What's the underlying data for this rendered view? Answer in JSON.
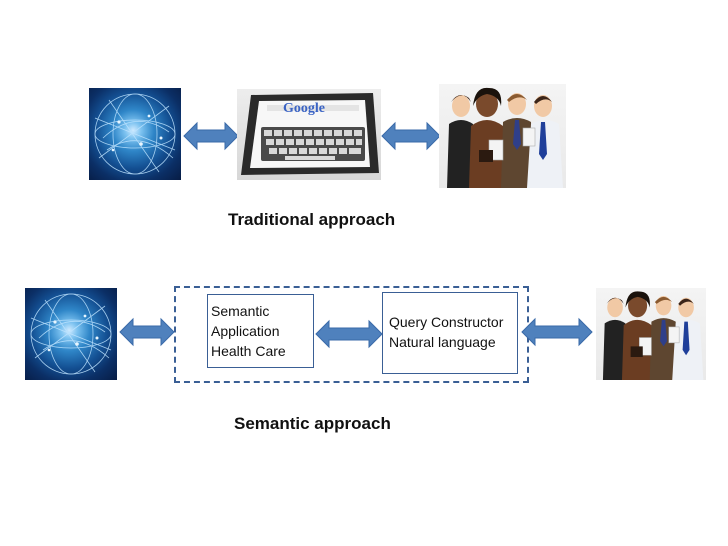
{
  "traditional": {
    "caption": "Traditional approach",
    "search_brand": "Google"
  },
  "semantic": {
    "caption": "Semantic approach",
    "left_box": {
      "lines": [
        "Semantic",
        "Application",
        "Health Care"
      ]
    },
    "right_box": {
      "lines": [
        "Query Constructor",
        "Natural language"
      ]
    }
  },
  "colors": {
    "arrow_fill": "#4f81bd",
    "arrow_stroke": "#3a6aa8",
    "box_border": "#3a5f95"
  },
  "icons": {
    "globe": "globe-image",
    "tablet": "tablet-image",
    "people": "people-group-image"
  }
}
